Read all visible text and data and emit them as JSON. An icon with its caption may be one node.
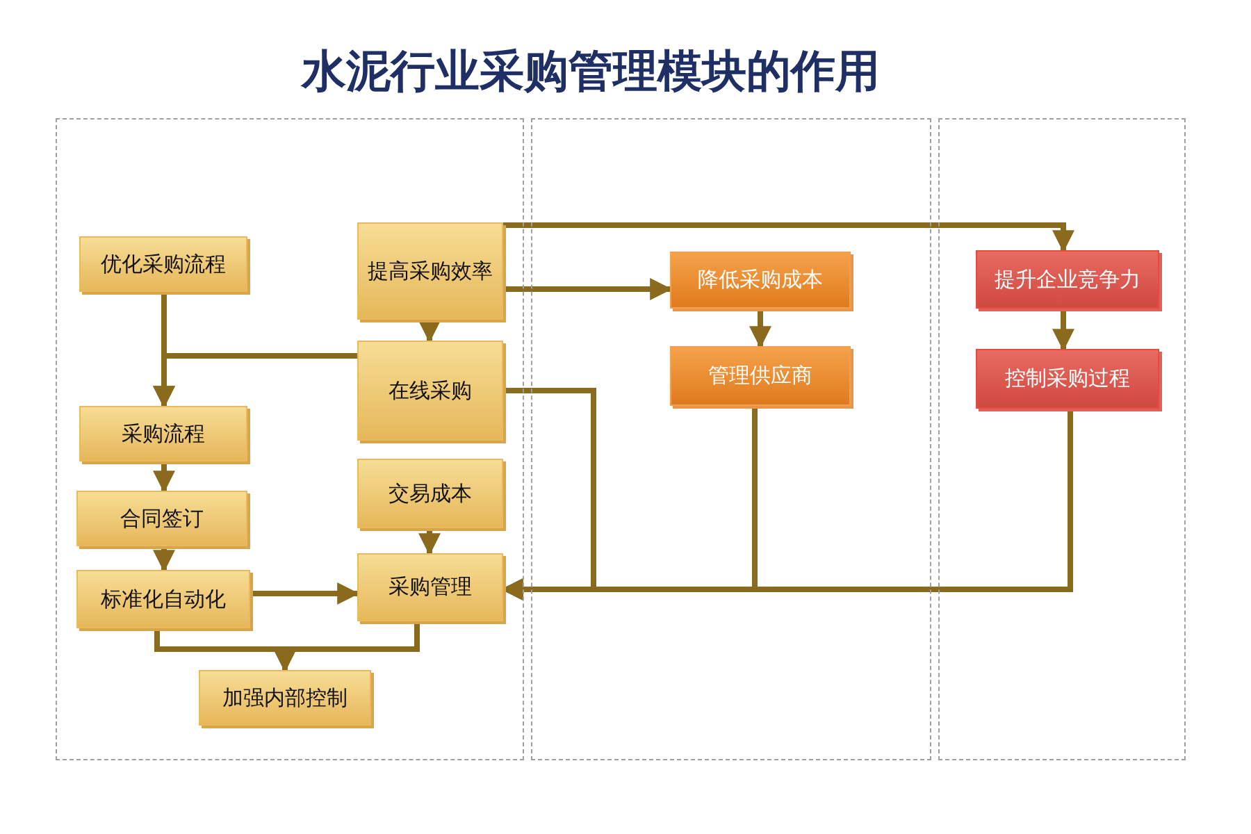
{
  "diagram": {
    "title": "水泥行业采购管理模块的作用",
    "nodes": [
      {
        "text": [],
        "shape": "box"
      },
      {
        "text": [],
        "shape": "box"
      },
      {
        "text": [],
        "shape": "box"
      },
      {
        "text": [
          "优化采购流程"
        ],
        "in": 0
      },
      {
        "text": [
          "提高采购效率"
        ],
        "in": 0
      },
      {
        "text": [
          "在线采购"
        ],
        "in": 0
      },
      {
        "text": [
          "采购流程"
        ],
        "in": 0
      },
      {
        "text": [
          "交易成本"
        ],
        "in": 0
      },
      {
        "text": [
          "合同签订"
        ],
        "in": 0
      },
      {
        "text": [
          "标准化自动化"
        ],
        "in": 0
      },
      {
        "text": [
          "采购管理"
        ],
        "in": 0
      },
      {
        "text": [
          "加强内部控制"
        ],
        "in": 0
      },
      {
        "text": [
          "降低采购成本"
        ],
        "in": 1
      },
      {
        "text": [
          "管理供应商"
        ],
        "in": 1
      },
      {
        "text": [
          "提升企业竞争力"
        ],
        "in": 2
      },
      {
        "text": [
          "控制采购过程"
        ],
        "in": 2
      }
    ],
    "edges": [
      {
        "from": 3,
        "to": 6,
        "arrow": "to"
      },
      {
        "from": 5,
        "to": 6,
        "arrow": "to"
      },
      {
        "from": 4,
        "to": 5,
        "arrow": "to"
      },
      {
        "from": 6,
        "to": 8,
        "arrow": "to"
      },
      {
        "from": 8,
        "to": 9,
        "arrow": "to"
      },
      {
        "from": 9,
        "to": 10,
        "arrow": "to"
      },
      {
        "from": 7,
        "to": 10,
        "arrow": "to"
      },
      {
        "from": 9,
        "to": 11,
        "arrow": "to"
      },
      {
        "from": 10,
        "to": 11,
        "arrow": "to"
      },
      {
        "from": 4,
        "to": 14,
        "arrow": "to"
      },
      {
        "from": 4,
        "to": 12,
        "arrow": "to"
      },
      {
        "from": 12,
        "to": 13,
        "arrow": "to"
      },
      {
        "from": 14,
        "to": 15,
        "arrow": "to"
      },
      {
        "from": 5,
        "to": 10,
        "arrow": "to"
      },
      {
        "from": 13,
        "to": 10,
        "arrow": "to"
      },
      {
        "from": 15,
        "to": 10,
        "arrow": "to"
      }
    ]
  }
}
